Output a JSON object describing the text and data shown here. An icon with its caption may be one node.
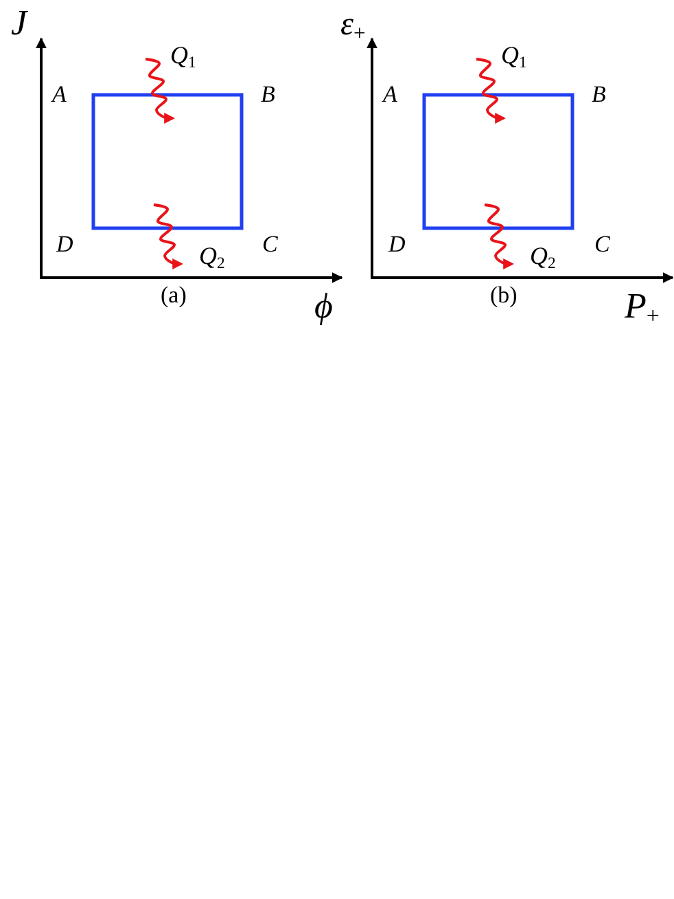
{
  "diagram": {
    "nodes": [
      {
        "text": [],
        "shape": "box"
      },
      {
        "text": [],
        "shape": "box"
      }
    ],
    "labels": [
      "J",
      "*ε*$_{+}$",
      "*Q*$_{1}$",
      "*Q*$_{1}$",
      "A",
      "B",
      "A",
      "B",
      "D",
      "C",
      "D",
      "C",
      "*Q*$_{2}$",
      "*Q*$_{2}$",
      "(a)",
      "ϕ",
      "(b)",
      "*P*$_{+}$"
    ]
  }
}
